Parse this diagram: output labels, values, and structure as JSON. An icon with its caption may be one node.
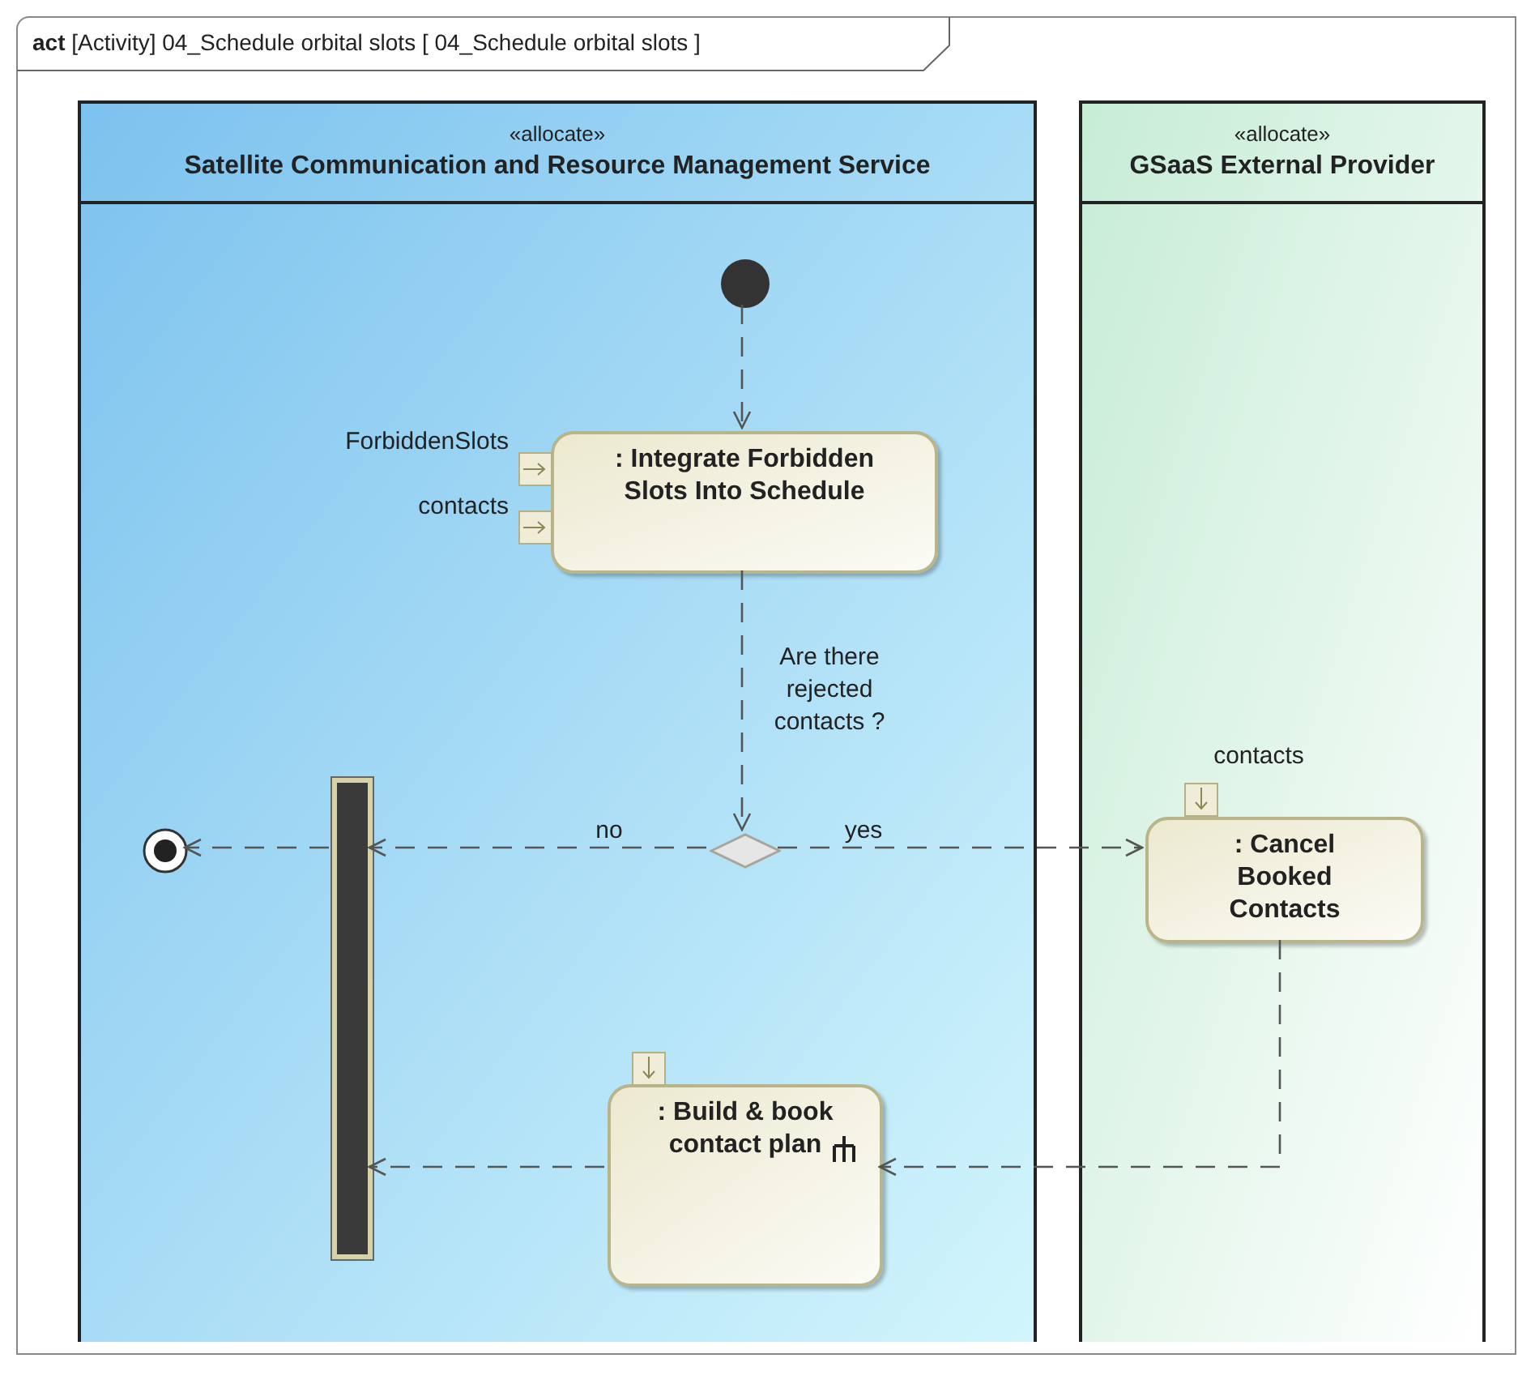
{
  "diagram": {
    "title": "**act** [Activity] 04_Schedule orbital slots [ 04_Schedule orbital slots ]",
    "nodes": [
      {
        "text": [
          "«allocate»",
          "Satellite Communication and Resource Management Service"
        ]
      },
      {
        "text": [
          "«allocate»",
          "GSaaS External Provider"
        ]
      },
      {
        "text": [],
        "shape": "circle",
        "in": 0
      },
      {
        "text": [
          ": Integrate Forbidden Slots Into Schedule"
        ],
        "in": 0
      },
      {
        "text": [],
        "shape": "box",
        "beside": [
          "ForbiddenSlots"
        ],
        "in": 0
      },
      {
        "text": [],
        "shape": "box",
        "beside": [
          "contacts"
        ],
        "in": 0
      },
      {
        "text": [],
        "shape": "diamond",
        "in": 0
      },
      {
        "text": [],
        "shape": "bar",
        "in": 0
      },
      {
        "text": [],
        "shape": "circle",
        "in": 0
      },
      {
        "text": [
          ": Cancel Booked Contacts"
        ],
        "in": 1
      },
      {
        "text": [],
        "shape": "box",
        "beside": [
          "contacts"
        ],
        "in": 1
      },
      {
        "text": [
          ": Build & book contact plan"
        ],
        "in": 0
      },
      {
        "text": [],
        "shape": "box",
        "in": 0
      }
    ],
    "edges": [
      {
        "from": 2,
        "to": 3,
        "arrow": "to",
        "style": "dashed"
      },
      {
        "from": 3,
        "to": 6,
        "arrow": "to",
        "style": "dashed",
        "label": "Are there rejected contacts ?"
      },
      {
        "from": 6,
        "to": 7,
        "arrow": "to",
        "style": "dashed",
        "label": "no"
      },
      {
        "from": 6,
        "to": 9,
        "arrow": "to",
        "style": "dashed",
        "label": "yes"
      },
      {
        "from": 7,
        "to": 8,
        "arrow": "to",
        "style": "dashed"
      },
      {
        "from": 9,
        "to": 11,
        "arrow": "to",
        "style": "dashed"
      },
      {
        "from": 11,
        "to": 7,
        "arrow": "to",
        "style": "dashed"
      }
    ]
  }
}
